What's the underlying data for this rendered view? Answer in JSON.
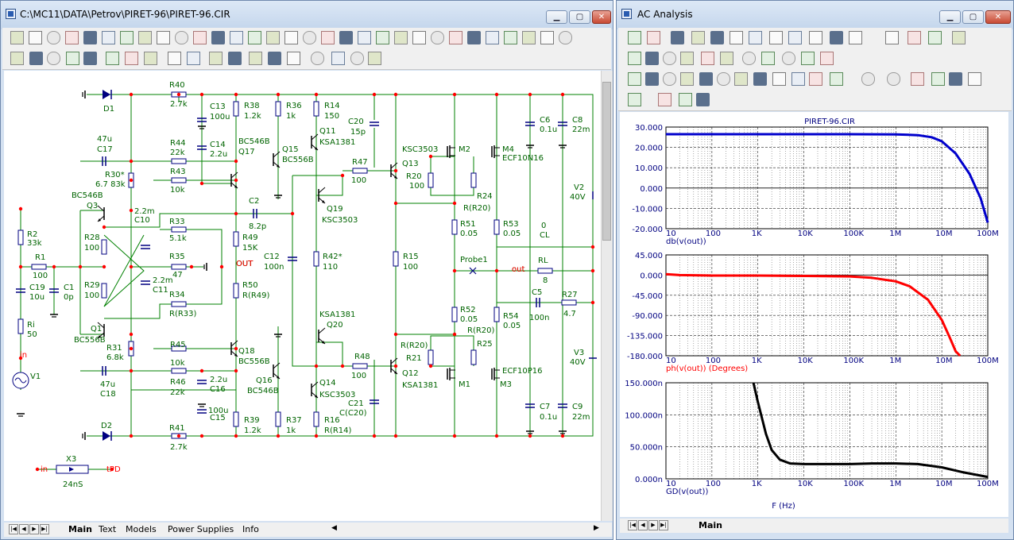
{
  "schematic_window": {
    "title": "C:\\MC11\\DATA\\Petrov\\PIRET-96\\PIRET-96.CIR",
    "min_label": "0",
    "max_label": "1",
    "close_label": "r",
    "tabs": [
      {
        "label": "Main",
        "active": true
      },
      {
        "label": "Text"
      },
      {
        "label": "Models"
      },
      {
        "label": "Power Supplies"
      },
      {
        "label": "Info"
      }
    ]
  },
  "schematic": {
    "wire_color": "#008000",
    "node_color": "#ff0000",
    "text_color": "#006400",
    "blue_text_color": "#000080",
    "labels": {
      "d1": "D1",
      "d2": "D2",
      "r40": "R40",
      "r40v": "2.7k",
      "r41": "R41",
      "r41v": "2.7k",
      "c13": "C13",
      "c13v": "100u",
      "c14": "C14",
      "c14v": "2.2u",
      "c15": "C15",
      "c15v": "100u",
      "c16": "C16",
      "c16v": "2.2u",
      "c17v": "47u",
      "c17": "C17",
      "c18v": "47u",
      "c18": "C18",
      "r44": "R44",
      "r44v": "22k",
      "r43": "R43",
      "r43v": "10k",
      "r45": "R45",
      "r45v": "10k",
      "r46": "R46",
      "r46v": "22k",
      "r30": "R30*",
      "r30v": "6.7 83k",
      "r38": "R38",
      "r38v": "1.2k",
      "r39": "R39",
      "r39v": "1.2k",
      "r36": "R36",
      "r36v": "1k",
      "r37": "R37",
      "r37v": "1k",
      "r14": "R14",
      "r14v": "150",
      "r16": "R16",
      "r16v": "R(R14)",
      "q17t": "BC546B",
      "q17": "Q17",
      "q18": "Q18",
      "q18t": "BC556B",
      "q15": "Q15",
      "q15t": "BC556B",
      "q16": "Q16",
      "q16t": "BC546B",
      "q11": "Q11",
      "q11t": "KSA1381",
      "q14": "Q14",
      "q14t": "KSC3503",
      "q19": "Q19",
      "q19t": "KSC3503",
      "q20t": "KSA1381",
      "q20": "Q20",
      "q13t": "KSC3503",
      "q13": "Q13",
      "q12": "Q12",
      "q12t": "KSA1381",
      "q3t": "BC546B",
      "q3": "Q3",
      "q1": "Q1",
      "q1t": "BC556B",
      "c20": "C20",
      "c20v": "15p",
      "c21": "C21",
      "c21v": "C(C20)",
      "r47": "R47",
      "r47v": "100",
      "r48": "R48",
      "r48v": "100",
      "r42": "R42*",
      "r42v": "110",
      "c12": "C12",
      "c12v": "100n",
      "r15": "R15",
      "r15v": "100",
      "r20": "R20",
      "r20v": "100",
      "r21": "R21",
      "r21v": "R(R20)",
      "r24": "R24",
      "r24v": "R(R20)",
      "r25": "R25",
      "r25v": "R(R20)",
      "r51": "R51",
      "r51v": "0.05",
      "r52": "R52",
      "r52v": "0.05",
      "r53": "R53",
      "r53v": "0.05",
      "r54": "R54",
      "r54v": "0.05",
      "m2": "M2",
      "m4": "M4",
      "m4t": "ECF10N16",
      "m1": "M1",
      "m3": "M3",
      "m3t": "ECF10P16",
      "c6": "C6",
      "c6v": "0.1u",
      "c8": "C8",
      "c8v": "22m",
      "c7": "C7",
      "c7v": "0.1u",
      "c9": "C9",
      "c9v": "22m",
      "v2": "V2",
      "v2v": "40V",
      "v3": "V3",
      "v3v": "40V",
      "cl0": "0",
      "cl": "CL",
      "rl": "RL",
      "rlv": "8",
      "c5": "C5",
      "c5v": "100n",
      "r27": "R27",
      "r27v": "4.7",
      "probe": "Probe1",
      "out_node": "out",
      "c2": "C2",
      "c2v": "8.2p",
      "c10v": "2.2m",
      "c10": "C10",
      "c11v": "2.2m",
      "c11": "C11",
      "r33": "R33",
      "r33v": "5.1k",
      "r35": "R35",
      "r35v": "47",
      "r34": "R34",
      "r34v": "R(R33)",
      "r49": "R49",
      "r49v": "15K",
      "r50": "R50",
      "r50v": "R(R49)",
      "out_label": "OUT",
      "r28": "R28",
      "r28v": "100",
      "r29": "R29",
      "r29v": "100",
      "r31": "R31",
      "r31v": "6.8k",
      "r2": "R2",
      "r2v": "33k",
      "r1": "R1",
      "r1v": "100",
      "c19": "C19",
      "c19v": "10u",
      "c1": "C1",
      "c1v": "0p",
      "ri": "Ri",
      "riv": "50",
      "in_node": "in",
      "v1": "V1",
      "x3": "X3",
      "x3v": "24nS",
      "x3_in": "in",
      "x3_out": "tPD"
    }
  },
  "analysis_window": {
    "title": "AC Analysis",
    "tabs": [
      {
        "label": "Main",
        "active": true
      }
    ],
    "plot_title": "PIRET-96.CIR",
    "xaxis_label": "F (Hz)",
    "x_tick_labels": [
      "10",
      "100",
      "1K",
      "10K",
      "100K",
      "1M",
      "10M",
      "100M"
    ]
  },
  "chart_data": [
    {
      "type": "line",
      "title": "PIRET-96.CIR",
      "ylabel": "db(v(out))",
      "x_scale": "log",
      "xlim": [
        10,
        100000000
      ],
      "ylim": [
        -20,
        30
      ],
      "y_tick_labels": [
        "30.000",
        "20.000",
        "10.000",
        "0.000",
        "-10.000",
        "-20.000"
      ],
      "x_tick_labels": [
        "10",
        "100",
        "1K",
        "10K",
        "100K",
        "1M",
        "10M",
        "100M"
      ],
      "series": [
        {
          "name": "db(v(out))",
          "color": "#0000cc",
          "x": [
            10,
            100,
            1000,
            10000,
            100000,
            1000000,
            3000000,
            6000000,
            10000000,
            20000000,
            40000000,
            70000000,
            100000000
          ],
          "y": [
            26.5,
            26.5,
            26.5,
            26.5,
            26.5,
            26.4,
            26.0,
            25.0,
            23.0,
            17.0,
            7.0,
            -5.0,
            -17.0
          ]
        }
      ]
    },
    {
      "type": "line",
      "ylabel": "ph(v(out)) (Degrees)",
      "x_scale": "log",
      "xlim": [
        10,
        100000000
      ],
      "ylim": [
        -180,
        45
      ],
      "y_tick_labels": [
        "45.000",
        "0.000",
        "-45.000",
        "-90.000",
        "-135.000",
        "-180.000"
      ],
      "x_tick_labels": [
        "10",
        "100",
        "1K",
        "10K",
        "100K",
        "1M",
        "10M",
        "100M"
      ],
      "series": [
        {
          "name": "ph(v(out))",
          "color": "#ff0000",
          "x": [
            10,
            20,
            100,
            1000,
            10000,
            100000,
            300000,
            1000000,
            2000000,
            5000000,
            10000000,
            15000000,
            20000000,
            25000000
          ],
          "y": [
            2,
            0,
            -1,
            -1,
            -2,
            -3,
            -6,
            -14,
            -25,
            -55,
            -100,
            -140,
            -170,
            -180
          ]
        }
      ]
    },
    {
      "type": "line",
      "ylabel": "GD(v(out))",
      "x_scale": "log",
      "xlim": [
        10,
        100000000
      ],
      "ylim": [
        0,
        150
      ],
      "y_tick_labels": [
        "150.000n",
        "100.000n",
        "50.000n",
        "0.000n"
      ],
      "x_tick_labels": [
        "10",
        "100",
        "1K",
        "10K",
        "100K",
        "1M",
        "10M",
        "100M"
      ],
      "series": [
        {
          "name": "GD(v(out))",
          "color": "#000000",
          "x": [
            800,
            1000,
            1500,
            2000,
            3000,
            5000,
            10000,
            30000,
            100000,
            300000,
            1000000,
            3000000,
            10000000,
            30000000,
            100000000
          ],
          "y": [
            150,
            120,
            70,
            45,
            30,
            24,
            23,
            23,
            23,
            24,
            24,
            23,
            18,
            10,
            3
          ]
        }
      ]
    }
  ]
}
